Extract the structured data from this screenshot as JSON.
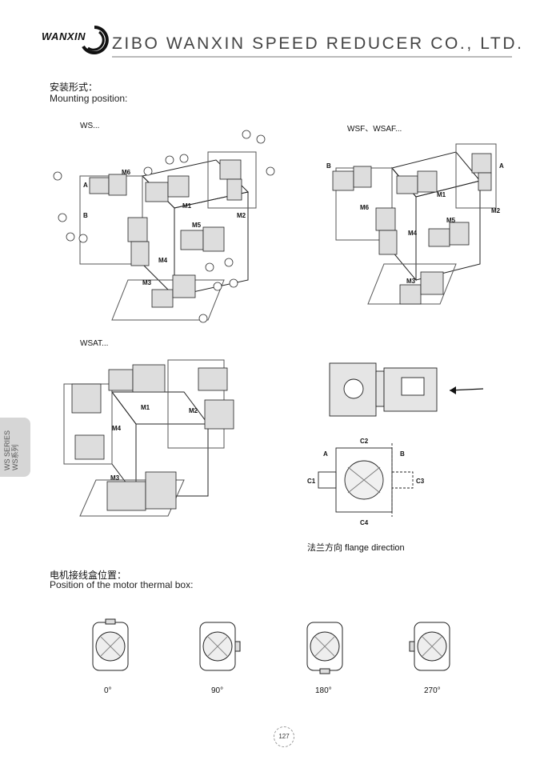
{
  "header": {
    "brand": "WANXIN",
    "company": "ZIBO WANXIN SPEED REDUCER CO., LTD."
  },
  "section1": {
    "title_cn": "安装形式：",
    "title_en": "Mounting position:"
  },
  "groups": {
    "ws": "WS...",
    "wsf": "WSF、WSAF...",
    "wsat": "WSAT..."
  },
  "positions": [
    "M1",
    "M2",
    "M3",
    "M4",
    "M5",
    "M6"
  ],
  "sides": {
    "a": "A",
    "b": "B"
  },
  "flange": {
    "c1": "C1",
    "c2": "C2",
    "c3": "C3",
    "c4": "C4",
    "caption": "法兰方向  flange direction"
  },
  "section2": {
    "title_cn": "电机接线盒位置：",
    "title_en": "Position of the motor thermal box:"
  },
  "angles": [
    "0°",
    "90°",
    "180°",
    "270°"
  ],
  "side_tab": {
    "line1": "WS SERIES",
    "line2": "WS系列"
  },
  "page_number": "127"
}
